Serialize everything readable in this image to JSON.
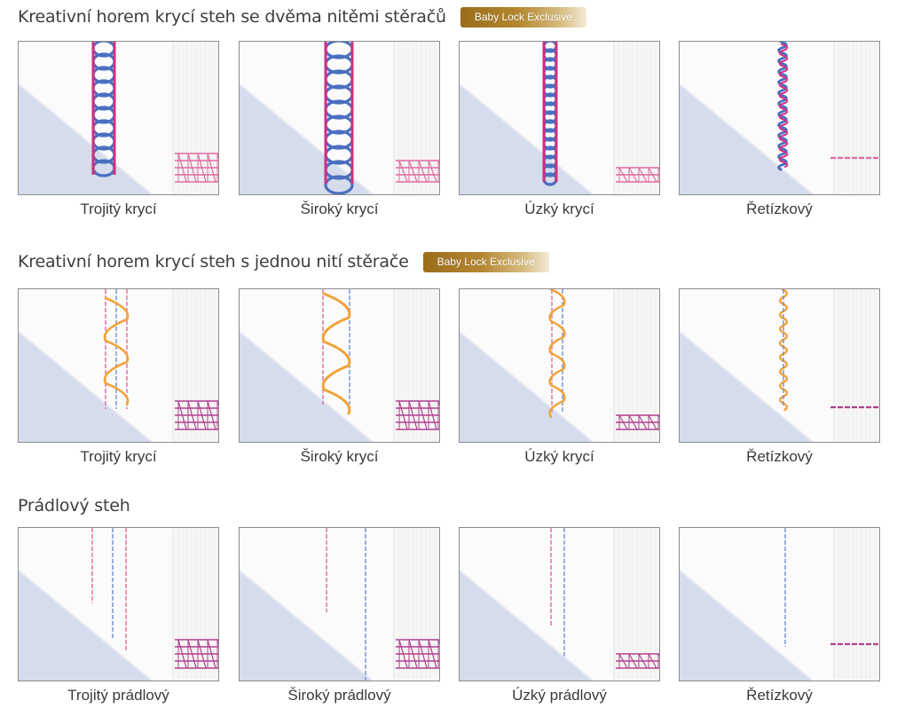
{
  "colors": {
    "page_background": "#ffffff",
    "title_text": "#3e3e3e",
    "caption_text": "#3a3a3a",
    "badge_gold": "#a87a22",
    "fabric_white": "#fbfbfb",
    "fabric_blue_background": "#d5dcec",
    "thread_pink": "#d1307e",
    "thread_blue": "#4a6fc0",
    "thread_orange": "#f2a33a",
    "thread_purple": "#b0408f",
    "needle_blue": "#6e8fd6",
    "needle_pink": "#e06aa0"
  },
  "sections": [
    {
      "title": "Kreativní horem krycí steh se dvěma nitěmi stěračů",
      "badge": "Baby Lock Exclusive",
      "stitches": [
        {
          "caption": "Trojitý krycí",
          "icon": "two-thread-triple-cover-stitch-sample"
        },
        {
          "caption": "Široký krycí",
          "icon": "two-thread-wide-cover-stitch-sample"
        },
        {
          "caption": "Úzký krycí",
          "icon": "two-thread-narrow-cover-stitch-sample"
        },
        {
          "caption": "Řetízkový",
          "icon": "two-thread-chain-stitch-sample"
        }
      ]
    },
    {
      "title": "Kreativní horem krycí steh s jednou nití stěrače",
      "badge": "Baby Lock Exclusive",
      "stitches": [
        {
          "caption": "Trojitý krycí",
          "icon": "one-thread-triple-cover-stitch-sample"
        },
        {
          "caption": "Široký krycí",
          "icon": "one-thread-wide-cover-stitch-sample"
        },
        {
          "caption": "Úzký krycí",
          "icon": "one-thread-narrow-cover-stitch-sample"
        },
        {
          "caption": "Řetízkový",
          "icon": "one-thread-chain-stitch-sample"
        }
      ]
    },
    {
      "title": "Prádlový steh",
      "stitches": [
        {
          "caption": "Trojitý prádlový",
          "icon": "triple-lingerie-stitch-sample"
        },
        {
          "caption": "Široký prádlový",
          "icon": "wide-lingerie-stitch-sample"
        },
        {
          "caption": "Úzký prádlový",
          "icon": "narrow-lingerie-stitch-sample"
        },
        {
          "caption": "Řetízkový",
          "icon": "lingerie-chain-stitch-sample"
        }
      ]
    }
  ]
}
